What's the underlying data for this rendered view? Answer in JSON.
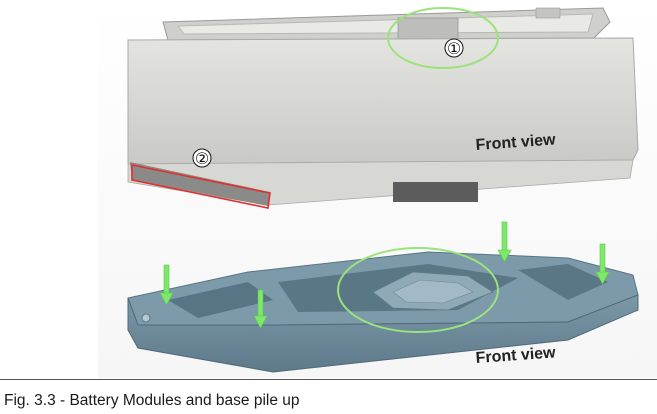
{
  "figure": {
    "caption": "Fig. 3.3 - Battery Modules and base pile up",
    "module_label": "Front view",
    "base_label": "Front view",
    "markers": [
      "①",
      "②"
    ],
    "colors": {
      "module_body": "#d9d9d6",
      "base_body": "#6f8c9d",
      "highlight_ellipse": "#9be37a",
      "highlight_rect": "#e03030",
      "arrow": "#7ee86b"
    }
  }
}
